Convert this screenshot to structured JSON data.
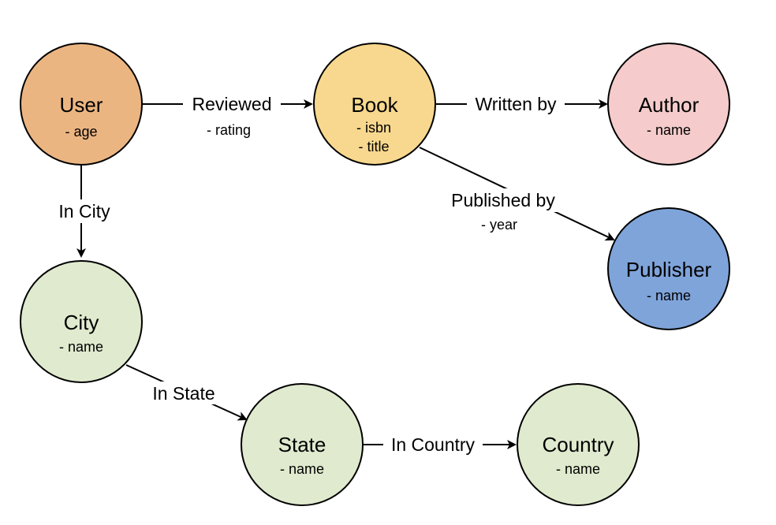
{
  "nodes": {
    "user": {
      "title": "User",
      "props": [
        "- age"
      ],
      "color": "#EBB582"
    },
    "book": {
      "title": "Book",
      "props": [
        "- isbn",
        "- title"
      ],
      "color": "#F8D88E"
    },
    "author": {
      "title": "Author",
      "props": [
        "- name"
      ],
      "color": "#F5CBCB"
    },
    "publisher": {
      "title": "Publisher",
      "props": [
        "- name"
      ],
      "color": "#7FA4DA"
    },
    "city": {
      "title": "City",
      "props": [
        "- name"
      ],
      "color": "#E0EACE"
    },
    "state": {
      "title": "State",
      "props": [
        "- name"
      ],
      "color": "#E0EACE"
    },
    "country": {
      "title": "Country",
      "props": [
        "- name"
      ],
      "color": "#E0EACE"
    }
  },
  "edges": {
    "reviewed": {
      "label": "Reviewed",
      "prop": "- rating"
    },
    "written_by": {
      "label": "Written by",
      "prop": ""
    },
    "published_by": {
      "label": "Published by",
      "prop": "- year"
    },
    "in_city": {
      "label": "In City",
      "prop": ""
    },
    "in_state": {
      "label": "In State",
      "prop": ""
    },
    "in_country": {
      "label": "In Country",
      "prop": ""
    }
  }
}
